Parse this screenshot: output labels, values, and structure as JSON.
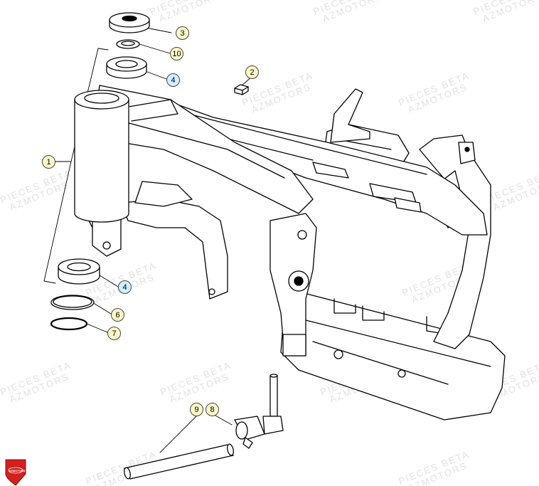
{
  "watermark": {
    "line1": "PIECES BETA",
    "line2": "AZMOTORS"
  },
  "logo": {
    "text": "AZMOTORS"
  },
  "callouts": [
    {
      "label": "1"
    },
    {
      "label": "2"
    },
    {
      "label": "3"
    },
    {
      "label": "10"
    },
    {
      "label": "4"
    },
    {
      "label": "4"
    },
    {
      "label": "6"
    },
    {
      "label": "7"
    },
    {
      "label": "9"
    },
    {
      "label": "8"
    }
  ],
  "colors": {
    "line": "#000000",
    "callout_yellow": "#fdf6c6",
    "callout_blue": "#cfeefe",
    "watermark": "#e2e2e2",
    "logo_red": "#d3201f"
  }
}
